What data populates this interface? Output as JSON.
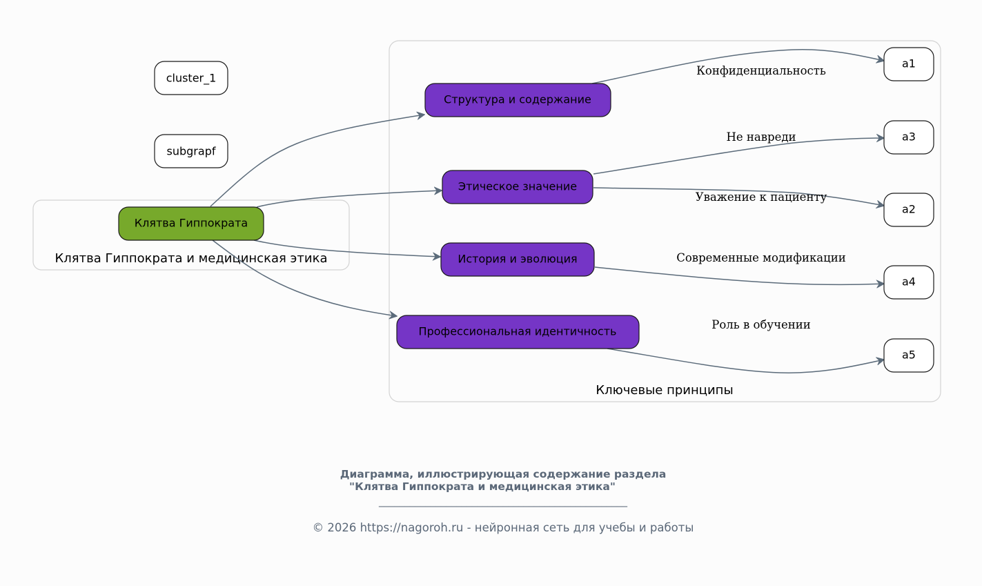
{
  "colors": {
    "root_fill": "#77a92b",
    "topic_fill": "#7535c6",
    "leaf_fill": "#ffffff",
    "edge": "#5b6b7a",
    "cluster_border": "#d3d3d3",
    "caption": "#5b6878"
  },
  "clusters": {
    "main": {
      "label": "Клятва Гиппократа и медицинская этика"
    },
    "principles": {
      "label": "Ключевые принципы"
    }
  },
  "nodes": {
    "cluster_1": {
      "label": "cluster_1"
    },
    "subgrapf": {
      "label": "subgrapf"
    },
    "root": {
      "label": "Клятва Гиппократа"
    },
    "structure": {
      "label": "Структура и содержание"
    },
    "ethics": {
      "label": "Этическое значение"
    },
    "history": {
      "label": "История и эволюция"
    },
    "identity": {
      "label": "Профессиональная идентичность"
    },
    "a1": {
      "label": "a1"
    },
    "a2": {
      "label": "a2"
    },
    "a3": {
      "label": "a3"
    },
    "a4": {
      "label": "a4"
    },
    "a5": {
      "label": "a5"
    }
  },
  "edges": [
    {
      "from": "root",
      "to": "structure",
      "label": ""
    },
    {
      "from": "root",
      "to": "ethics",
      "label": ""
    },
    {
      "from": "root",
      "to": "history",
      "label": ""
    },
    {
      "from": "root",
      "to": "identity",
      "label": ""
    },
    {
      "from": "structure",
      "to": "a1",
      "label": "Конфиденциальность"
    },
    {
      "from": "ethics",
      "to": "a3",
      "label": "Не навреди"
    },
    {
      "from": "ethics",
      "to": "a2",
      "label": "Уважение к пациенту"
    },
    {
      "from": "history",
      "to": "a4",
      "label": "Современные модификации"
    },
    {
      "from": "identity",
      "to": "a5",
      "label": "Роль в обучении"
    }
  ],
  "caption": {
    "title_line1": "Диаграмма, иллюстрирующая содержание раздела",
    "title_line2": "\"Клятва Гиппократа и медицинская этика\"",
    "rule": "________________________________________________",
    "footer": "© 2026 https://nagoroh.ru - нейронная сеть для учебы и работы"
  }
}
